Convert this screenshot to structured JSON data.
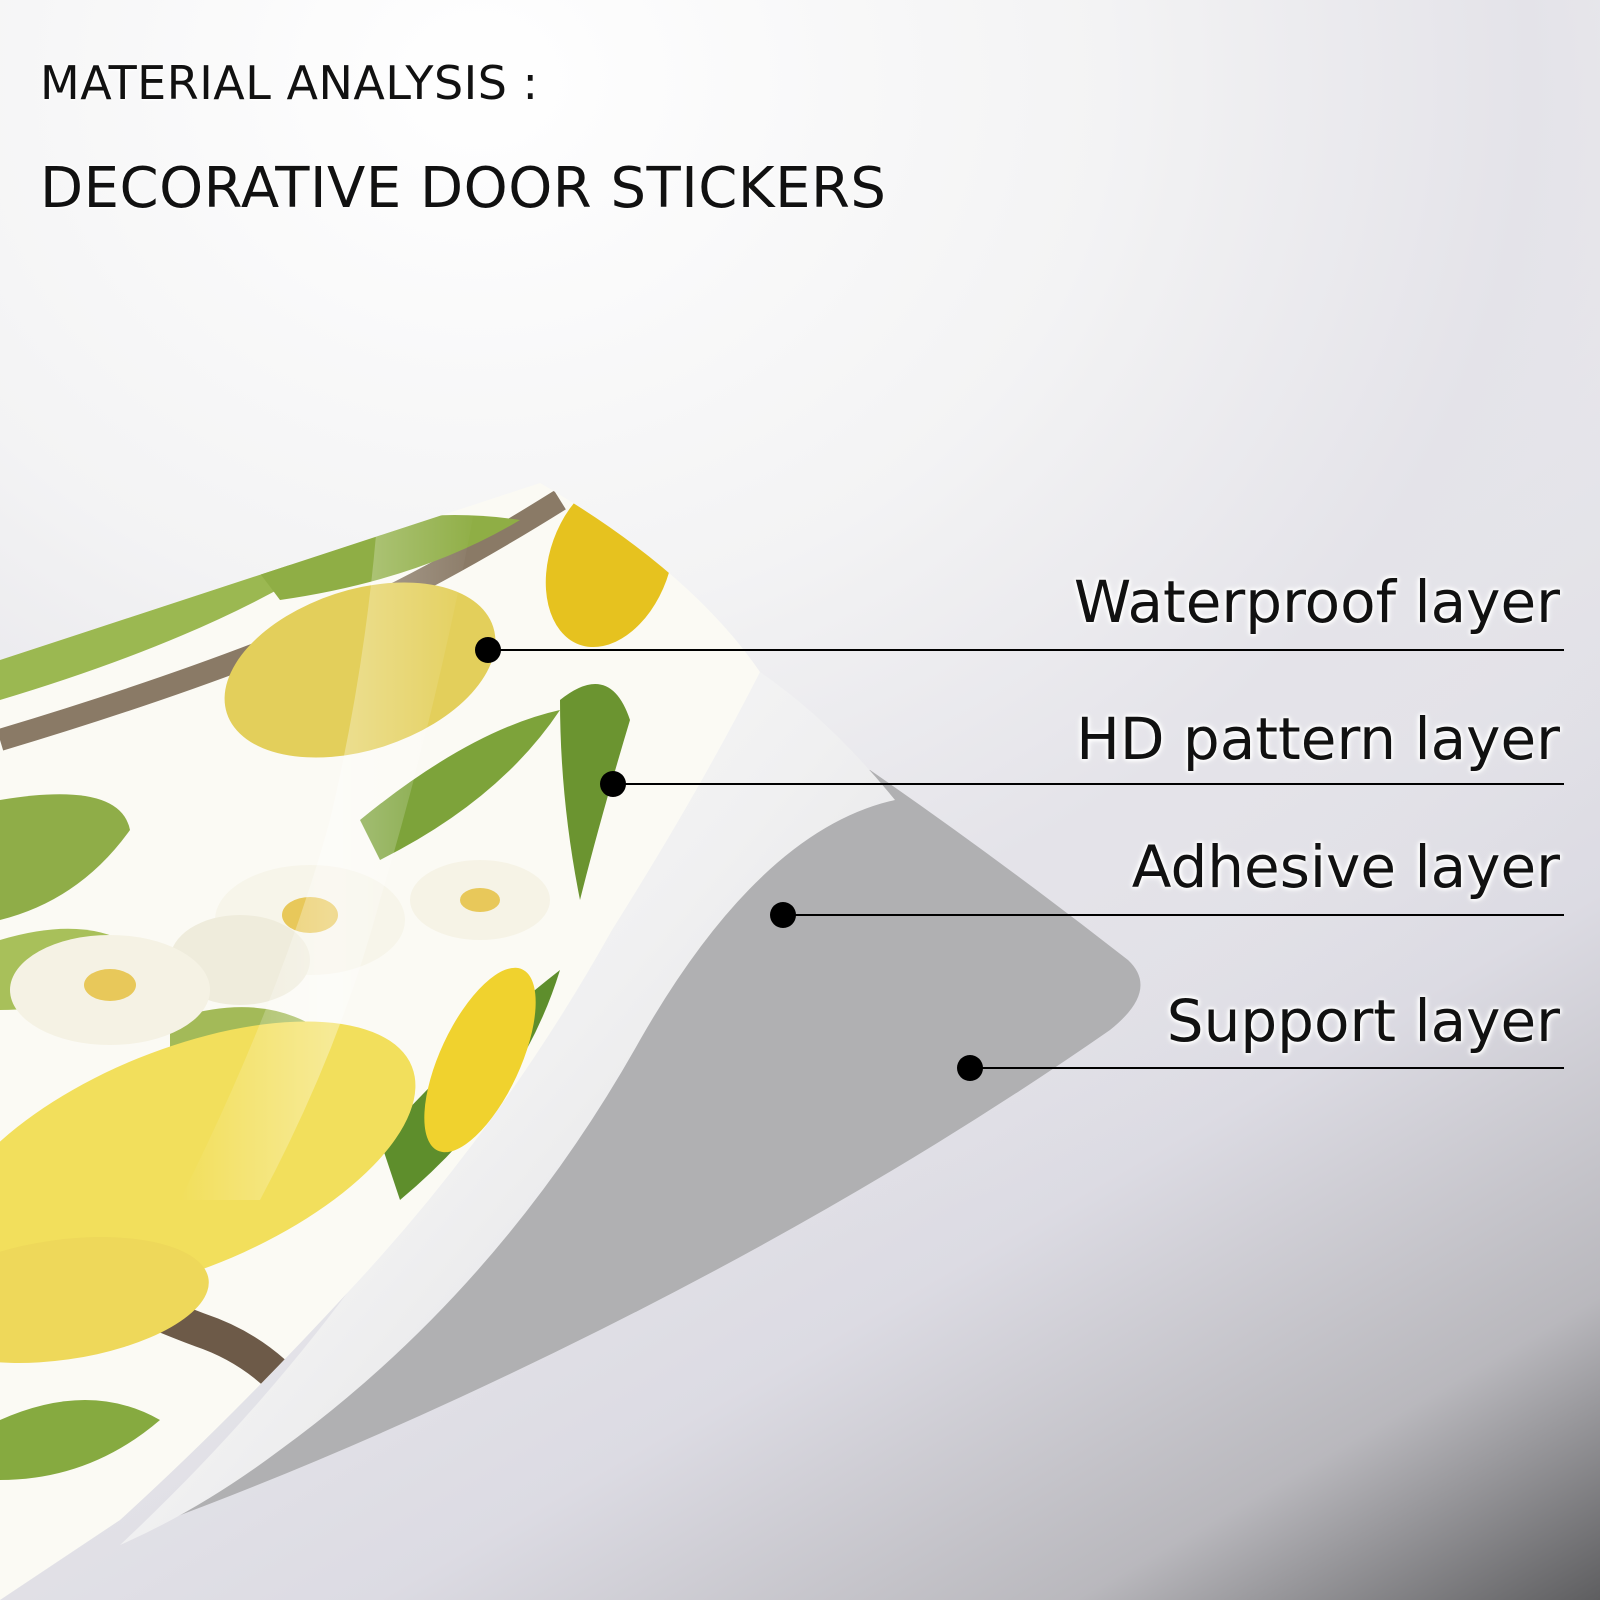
{
  "header": {
    "line1": "MATERIAL ANALYSIS :",
    "line2": "DECORATIVE DOOR STICKERS"
  },
  "layers": [
    {
      "label": "Waterproof layer"
    },
    {
      "label": "HD pattern layer"
    },
    {
      "label": "Adhesive layer"
    },
    {
      "label": "Support layer"
    }
  ],
  "colors": {
    "text": "#111111",
    "leader_line": "#000000",
    "lemon": "#f2df5c",
    "leaf": "#7da33a",
    "branch": "#8a7a66",
    "blossom": "#f7f5ea",
    "support_layer": "#b0b0b2"
  },
  "illustration": {
    "subject": "peeled sticker corner with lemon branch pattern",
    "icons": [
      "lemon-shape",
      "leaf-shape",
      "blossom-shape",
      "branch-shape"
    ]
  }
}
